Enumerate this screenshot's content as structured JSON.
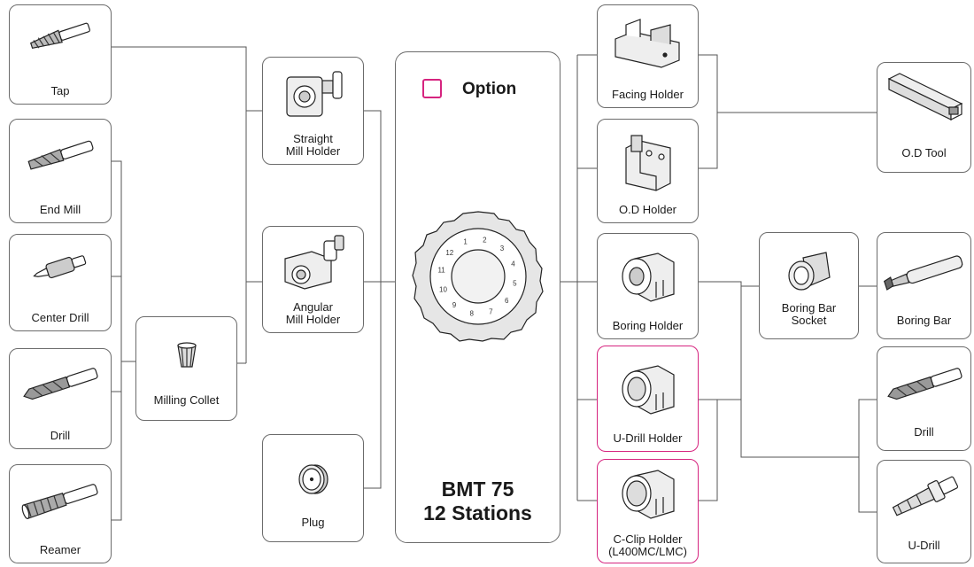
{
  "legend": {
    "label": "Option",
    "color": "#d6247f"
  },
  "turret": {
    "model": "BMT 75",
    "stations": "12 Stations",
    "numbers": [
      "1",
      "2",
      "3",
      "4",
      "5",
      "6",
      "7",
      "8",
      "9",
      "10",
      "11",
      "12"
    ]
  },
  "tools": {
    "tap": "Tap",
    "end_mill": "End Mill",
    "center_drill": "Center Drill",
    "drill_left": "Drill",
    "reamer": "Reamer",
    "milling_collet": "Milling Collet",
    "straight_mill_holder": "Straight\nMill Holder",
    "angular_mill_holder": "Angular\nMill Holder",
    "plug": "Plug",
    "facing_holder": "Facing Holder",
    "od_holder": "O.D Holder",
    "boring_holder": "Boring Holder",
    "u_drill_holder": "U-Drill Holder",
    "c_clip_holder": "C-Clip Holder\n(L400MC/LMC)",
    "od_tool": "O.D Tool",
    "boring_bar_socket": "Boring Bar\nSocket",
    "boring_bar": "Boring Bar",
    "drill_right": "Drill",
    "u_drill": "U-Drill"
  }
}
